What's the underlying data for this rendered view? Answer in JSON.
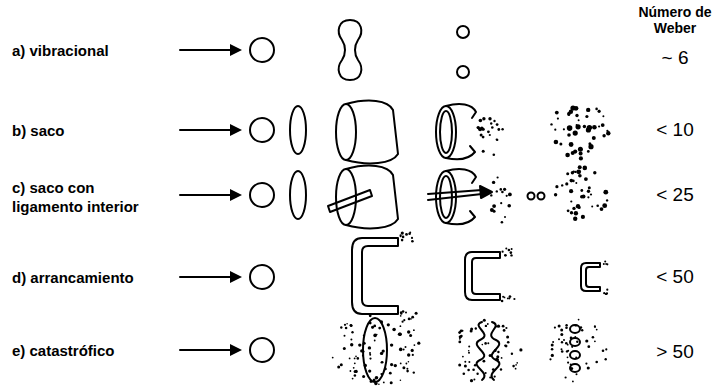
{
  "diagram": {
    "labels": [
      "Número de Weber",
      "a) vibracional",
      "~ 6",
      "b) saco",
      "< 10",
      "c) saco con ligamento interior",
      "< 25",
      "d) arrancamiento",
      "< 50",
      "e) catastrófico",
      "> 50"
    ]
  }
}
